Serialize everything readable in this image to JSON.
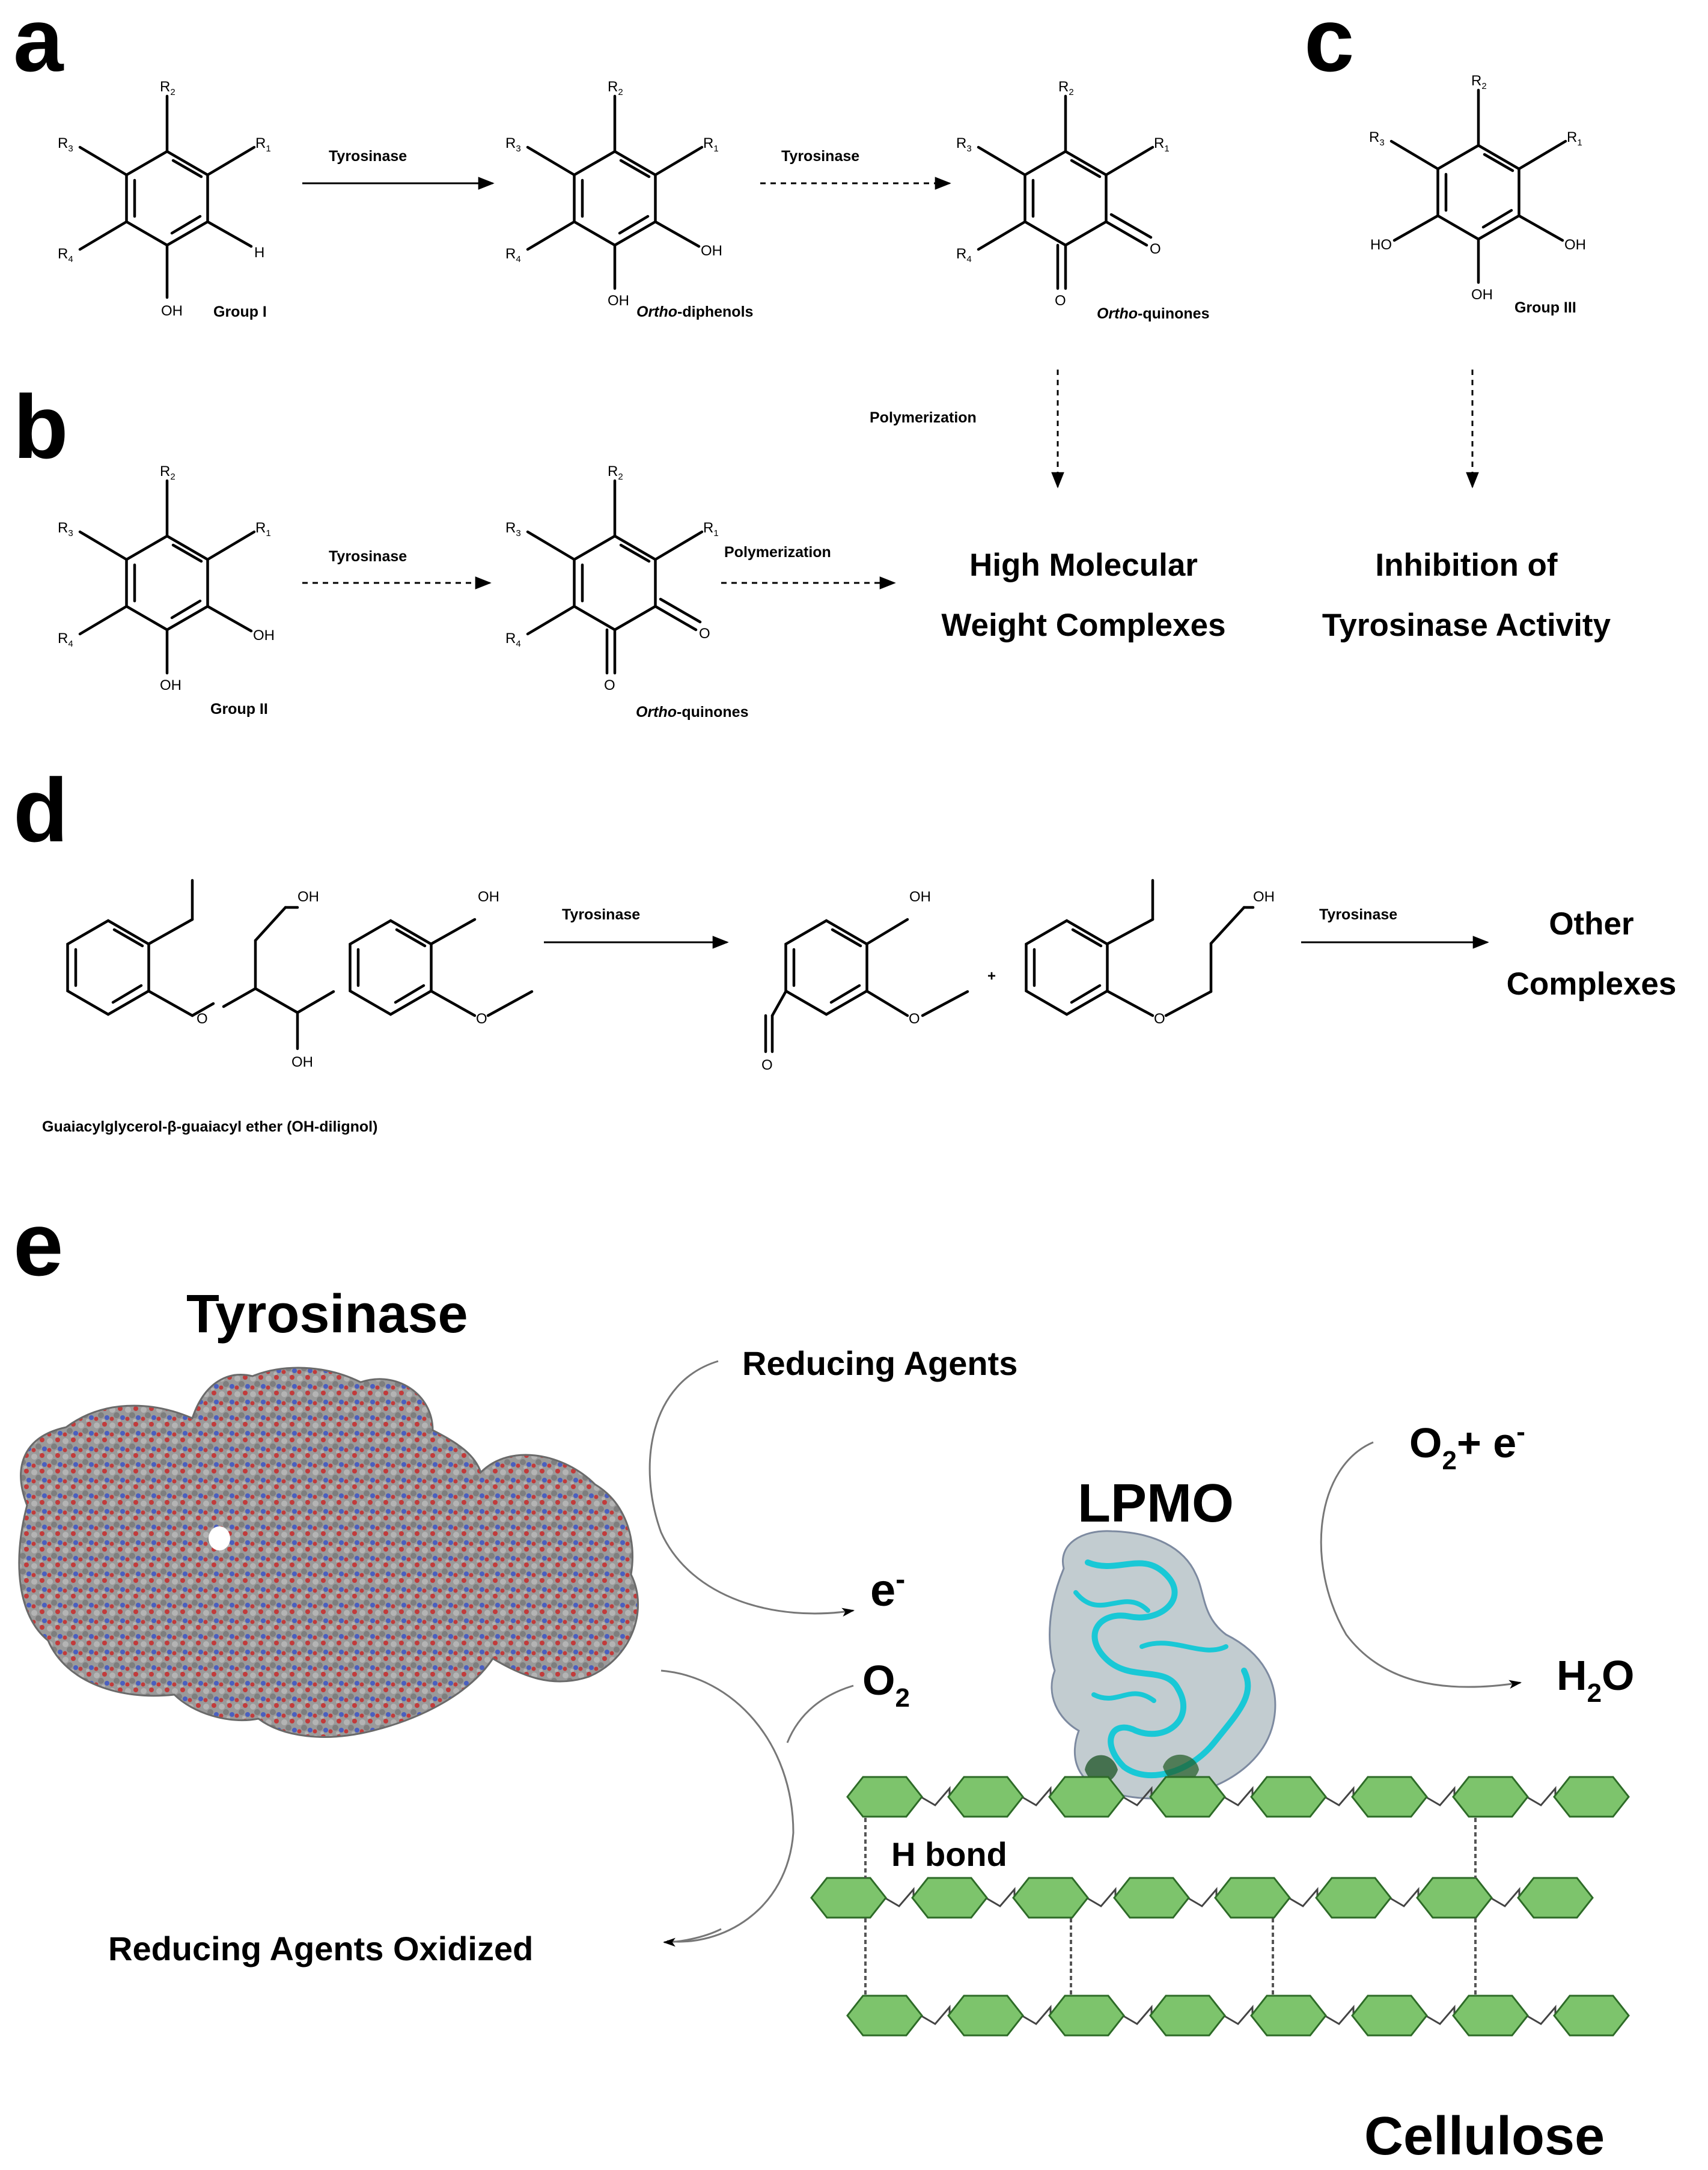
{
  "panels": {
    "a": "a",
    "b": "b",
    "c": "c",
    "d": "d",
    "e": "e"
  },
  "substituents": {
    "r1": "R",
    "r2": "R",
    "r3": "R",
    "r4": "R",
    "n1": "1",
    "n2": "2",
    "n3": "3",
    "n4": "4",
    "h": "H",
    "oh": "OH",
    "ho": "HO",
    "o": "O"
  },
  "panel_a": {
    "arrow1_label": "Tyrosinase",
    "arrow2_label": "Tyrosinase",
    "group": "Group I",
    "product1_ital": "Ortho",
    "product1_rest": "-diphenols",
    "product2_ital": "Ortho",
    "product2_rest": "-quinones",
    "polymerization": "Polymerization"
  },
  "panel_b": {
    "arrow1_label": "Tyrosinase",
    "arrow2_label": "Polymerization",
    "group": "Group II",
    "product_ital": "Ortho",
    "product_rest": "-quinones",
    "result_line1": "High Molecular",
    "result_line2": "Weight Complexes"
  },
  "panel_c": {
    "group": "Group III",
    "result_line1": "Inhibition of",
    "result_line2": "Tyrosinase Activity"
  },
  "panel_d": {
    "arrow1_label": "Tyrosinase",
    "arrow2_label": "Tyrosinase",
    "plus": "+",
    "result_line1": "Other",
    "result_line2": "Complexes",
    "caption": "Guaiacylglycerol-β-guaiacyl ether (OH-dilignol)"
  },
  "panel_e": {
    "tyrosinase": "Tyrosinase",
    "reducing_agents": "Reducing Agents",
    "electron": "e",
    "electron_sup": "-",
    "o2": "O",
    "o2_sub": "2",
    "o2_plus_e": "O",
    "o2_plus_e_sub": "2",
    "o2_plus_e_rest": "+ e",
    "o2_plus_e_sup": "-",
    "lpmo": "LPMO",
    "h2o_h": "H",
    "h2o_sub": "2",
    "h2o_o": "O",
    "reducing_agents_oxidized": "Reducing Agents Oxidized",
    "h_bond": "H bond",
    "cellulose": "Cellulose"
  },
  "colors": {
    "cellulose_unit": "#7dc46c",
    "protein_surface": "#9a9a9a",
    "protein_red": "#c23b3b",
    "protein_blue": "#4a5fc0",
    "lpmo_ribbon": "#19c8d6"
  }
}
